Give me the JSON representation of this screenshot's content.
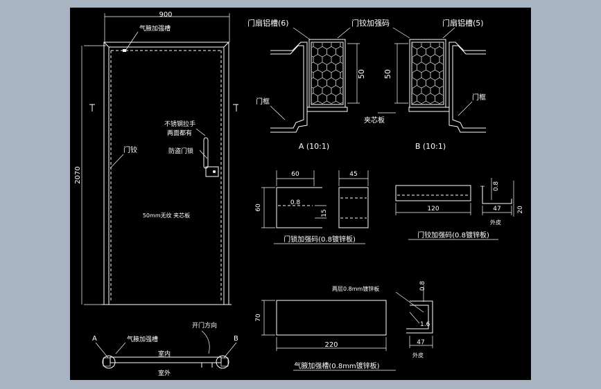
{
  "colors": {
    "background": "#a9b4c2",
    "canvas": "#000000",
    "stroke": "#ffffff"
  },
  "door": {
    "width_dim": "900",
    "height_dim": "2070",
    "label_air_seal": "气腋加强槽",
    "label_handle_1": "不锈钢拉手",
    "label_handle_2": "两面都有",
    "label_lock": "防盗门锁",
    "label_hinge": "门铰",
    "label_core": "50mm无纹 夹芯板"
  },
  "plan": {
    "label_A": "A",
    "label_B": "B",
    "label_air_seal": "气腋加强槽",
    "label_open_dir": "开门方向",
    "label_indoor": "室内",
    "label_outdoor": "室外"
  },
  "section": {
    "label_leaf_left": "门扇铝槽(6)",
    "label_hinge_reinf": "门铰加强码",
    "label_leaf_right": "门扇铝槽(5)",
    "dim_left": "50",
    "dim_right": "50",
    "label_frame_left": "门框",
    "label_frame_right": "门框",
    "label_core": "夹芯板",
    "caption_A": "A (10:1)",
    "caption_B": "B (10:1)"
  },
  "lock_reinf": {
    "dim_60_top": "60",
    "dim_45": "45",
    "dim_60_side": "60",
    "dim_08": "0.8",
    "dim_15": "15",
    "caption": "门锁加强码(0.8镀锌板)"
  },
  "hinge_reinf": {
    "dim_120": "120",
    "dim_08": "0.8",
    "dim_47": "47",
    "dim_20": "20",
    "label_outer": "外皮",
    "caption": "门铰加强码(0.8镀锌板)"
  },
  "air_channel": {
    "dim_70": "70",
    "dim_220": "220",
    "label_layers": "两层0.8mm镀锌板",
    "dim_08": "0.8",
    "dim_16": "1.6",
    "dim_47": "47",
    "label_outer": "外皮",
    "caption": "气腋加强槽(0.8mm镀锌板)"
  }
}
